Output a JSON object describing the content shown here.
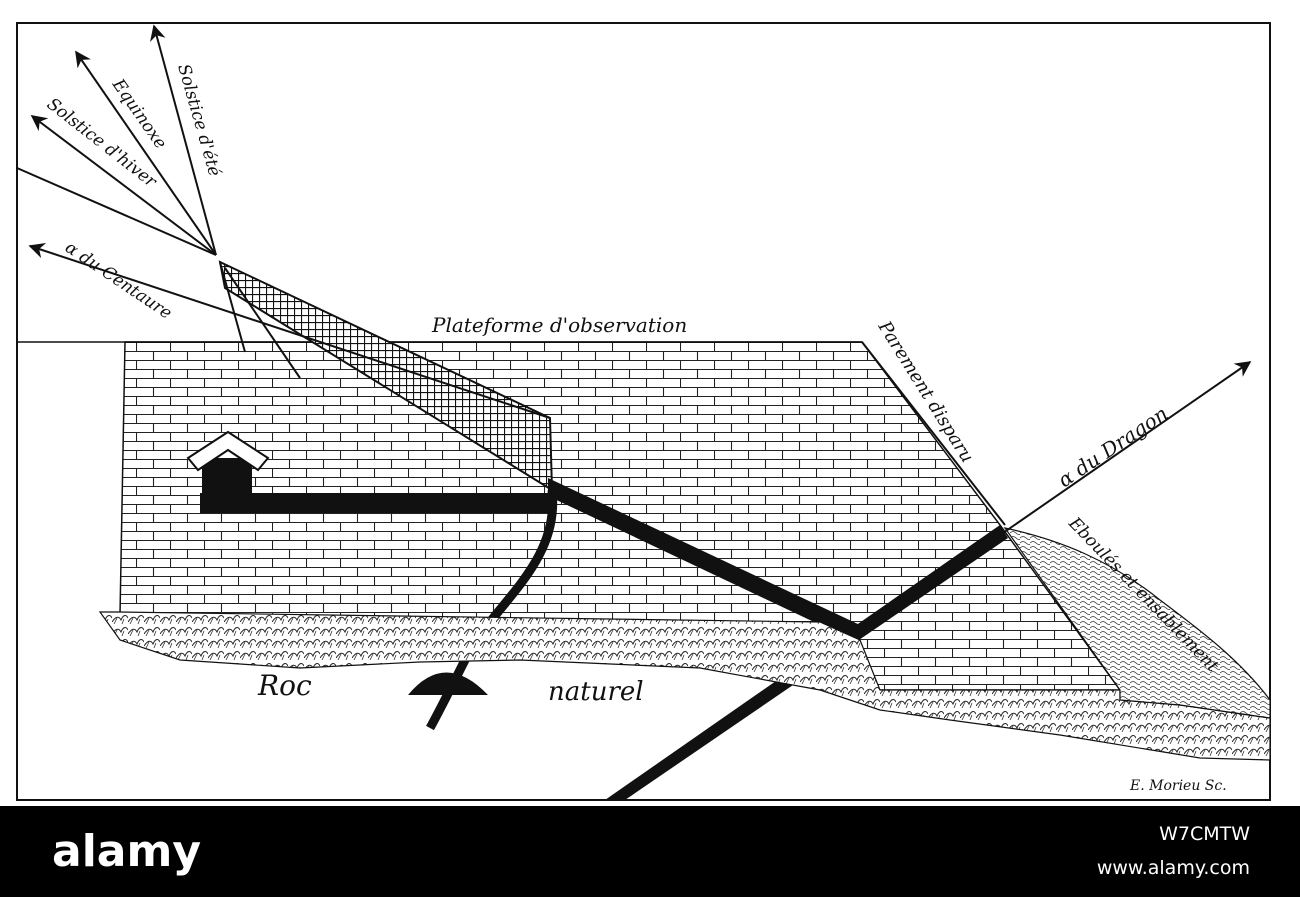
{
  "labels": {
    "solstice_ete": "Solstice d'été",
    "equinoxe": "Equinoxe",
    "solstice_hiver": "Solstice d'hiver",
    "centaure": "α du Centaure",
    "plateforme": "Plateforme d'observation",
    "parement": "Parement disparu",
    "dragon": "α du Dragon",
    "eboules": "Eboulés et ensablement",
    "roc": "Roc",
    "naturel": "naturel",
    "signature": "E. Morieu Sc."
  },
  "footer": {
    "brand": "alamy",
    "image_id": "W7CMTW",
    "site": "www.alamy.com"
  },
  "colors": {
    "ink": "#111111",
    "paper": "#ffffff",
    "footer_bg": "#000000"
  }
}
